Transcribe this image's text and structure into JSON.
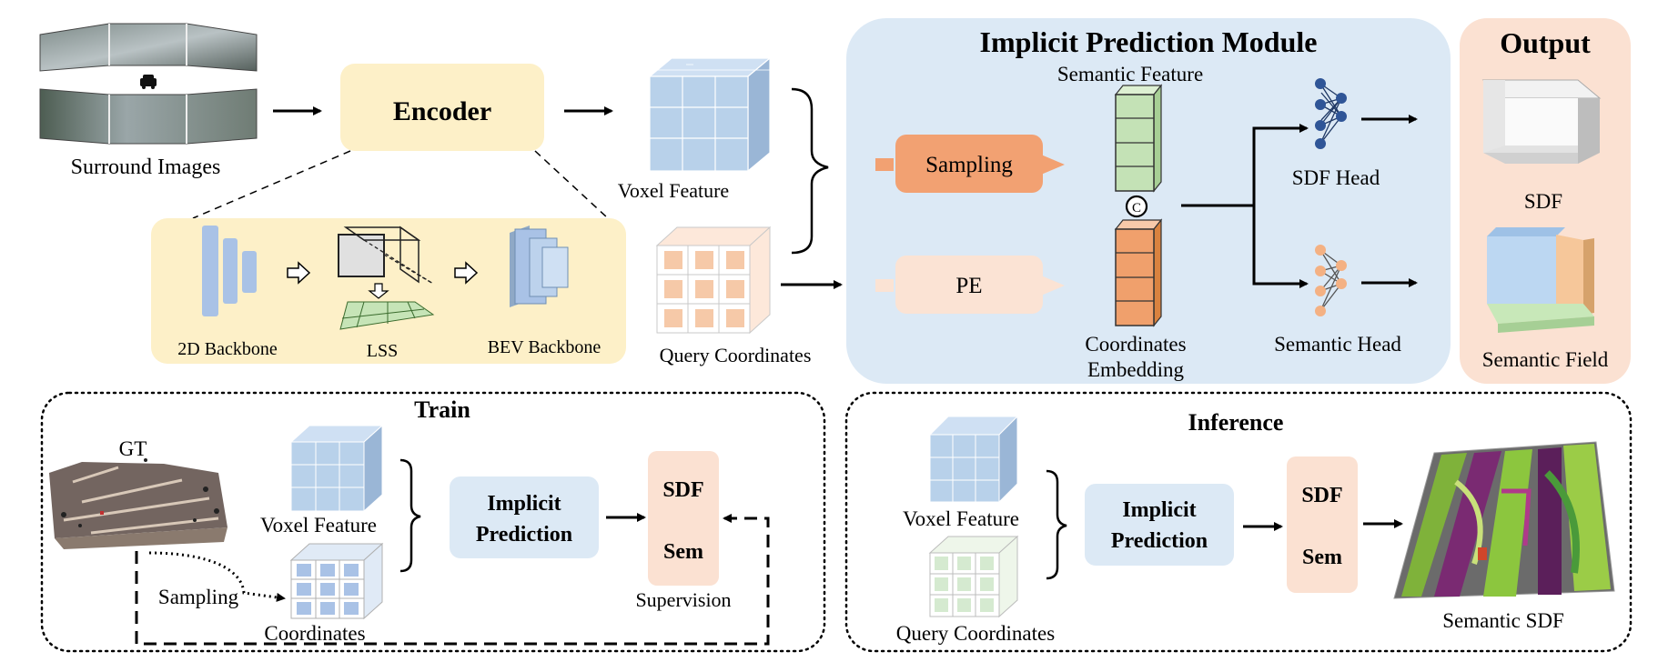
{
  "encoder": {
    "title": "Encoder",
    "inputs_label": "Surround Images",
    "backbone_2d": "2D Backbone",
    "lss": "LSS",
    "bev_backbone": "BEV Backbone",
    "voxel_feature": "Voxel Feature",
    "query_coordinates": "Query Coordinates"
  },
  "implicit_module": {
    "title": "Implicit Prediction Module",
    "semantic_feature": "Semantic Feature",
    "sampling": "Sampling",
    "pe": "PE",
    "concat_symbol": "C",
    "coordinates_embedding_1": "Coordinates",
    "coordinates_embedding_2": "Embedding",
    "sdf_head": "SDF Head",
    "semantic_head": "Semantic Head"
  },
  "output": {
    "title": "Output",
    "sdf": "SDF",
    "semantic_field": "Semantic Field"
  },
  "train": {
    "title": "Train",
    "gt": "GT",
    "voxel_feature": "Voxel Feature",
    "coordinates": "Coordinates",
    "sampling": "Sampling",
    "implicit_1": "Implicit",
    "implicit_2": "Prediction",
    "sdf": "SDF",
    "sem": "Sem",
    "supervision": "Supervision"
  },
  "inference": {
    "title": "Inference",
    "voxel_feature": "Voxel Feature",
    "query_coordinates": "Query Coordinates",
    "implicit_1": "Implicit",
    "implicit_2": "Prediction",
    "sdf": "SDF",
    "sem": "Sem",
    "semantic_sdf": "Semantic SDF"
  },
  "colors": {
    "encoder_fill": "#fdf0c8",
    "module_fill": "#dce9f5",
    "output_fill": "#fbe1d2",
    "voxel_blue": "#b8d1ea",
    "query_orange": "#f6c9a8",
    "query_green": "#d5ead0",
    "sampling_orange": "#f2a172",
    "pe_light": "#fbe3d4",
    "feature_green": "#c4e2b6",
    "embed_orange": "#f0a06c",
    "sdf_head_blue": "#2f5597",
    "sem_head_orange": "#f4b183",
    "box_blue": "#dce9f5",
    "box_peach": "#fbe1d2"
  },
  "icons": [
    "car-icon",
    "concat-icon",
    "arrow-icons",
    "network-icons",
    "voxel-cube-icons"
  ]
}
